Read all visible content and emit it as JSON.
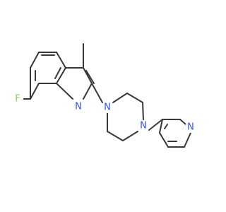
{
  "molecule": {
    "atoms": {
      "fluorine": {
        "symbol": "F",
        "color": "#8fcc55"
      },
      "n_quinoline": {
        "symbol": "N",
        "color": "#3050f8"
      },
      "n_piperazine_1": {
        "symbol": "N",
        "color": "#3050f8"
      },
      "n_piperazine_4": {
        "symbol": "N",
        "color": "#3050f8"
      },
      "n_pyridine": {
        "symbol": "N",
        "color": "#3050f8"
      }
    },
    "bond_color": "#383838"
  }
}
